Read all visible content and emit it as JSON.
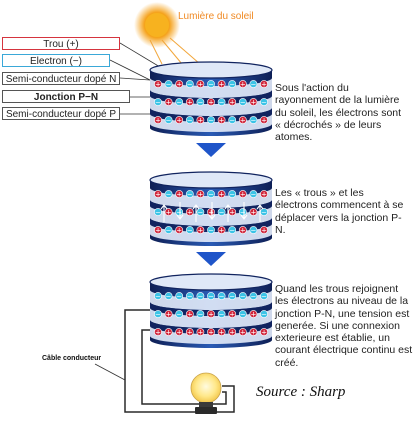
{
  "sun_label": "Lumière du soleil",
  "legend": {
    "hole": "Trou (+)",
    "electron": "Electron (−)",
    "n_layer": "Semi-conducteur dopé N",
    "junction": "Jonction P−N",
    "p_layer": "Semi-conducteur dopé P"
  },
  "steps": [
    {
      "text": "Sous l'action du rayonnement de la lumière du soleil, les électrons sont « décrochés » de leurs atomes."
    },
    {
      "text": "Les « trous » et les électrons commencent à se déplacer vers la jonction P-N."
    },
    {
      "text": "Quand les trous rejoignent les électrons au niveau de la jonction P-N, une tension est generée. Si une connexion exterieure est établie, un courant électrique continu est créé."
    }
  ],
  "cable_label": "Câble conducteur",
  "source": "Source : Sharp",
  "colors": {
    "hole": "#d0243a",
    "electron": "#3cc3e6",
    "layer_dark": "#11245f",
    "layer_mid": "#1f4fa3",
    "layer_light": "#dfe8f7",
    "arrow": "#1f55c9",
    "sun": "#f39a1e"
  },
  "icons": [
    "sun-icon",
    "bulb-icon",
    "down-arrow-icon",
    "plus-sign-icon",
    "minus-sign-icon"
  ]
}
